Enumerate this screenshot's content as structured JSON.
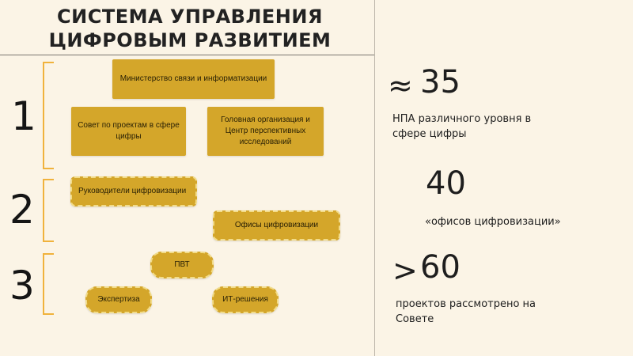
{
  "title": {
    "line1": "СИСТЕМА УПРАВЛЕНИЯ",
    "line2": "ЦИФРОВЫМ РАЗВИТИЕМ"
  },
  "levels": [
    "1",
    "2",
    "3"
  ],
  "level1": {
    "ministry": "Министерство связи и информатизации",
    "council": "Совет по проектам в сфере цифры",
    "head_org": "Головная организация и Центр перспективных исследований"
  },
  "level2": {
    "leaders": "Руководители цифровизации",
    "offices": "Офисы цифровизации"
  },
  "level3": {
    "pvt": "ПВТ",
    "expertise": "Экспертиза",
    "it": "ИТ-решения"
  },
  "stats": [
    {
      "symbol": "≈",
      "value": "35",
      "text": "НПА различного уровня в сфере цифры"
    },
    {
      "symbol": "",
      "value": "40",
      "text": "«офисов цифровизации»"
    },
    {
      "symbol": ">",
      "value": "60",
      "text": "проектов рассмотрено на Совете"
    }
  ],
  "colors": {
    "background": "#fbf4e6",
    "box": "#d4a62a",
    "bracket": "#f0b23c"
  }
}
